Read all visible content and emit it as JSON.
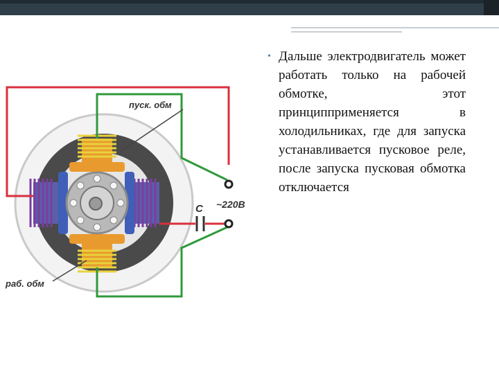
{
  "slide": {
    "bullet_text": "Дальше электродвигатель может работать только на рабочей обмотке, этот принципприменяется в холодильниках, где для запуска устанавливается пусковое реле, после запуска пусковая обмотка отключается"
  },
  "diagram": {
    "start_winding_label": "пуск. обм",
    "work_winding_label": "раб. обм",
    "capacitor_label": "C",
    "voltage_label": "~220В"
  },
  "colors": {
    "header_band": "#2f3f49",
    "wire_red": "#d9303c",
    "wire_green": "#2f9a3a",
    "winding_yellow": "#e9d23c",
    "winding_purple": "#7a3ea0",
    "pole_orange": "#e99a2e",
    "bullet": "#5a7f9c"
  }
}
